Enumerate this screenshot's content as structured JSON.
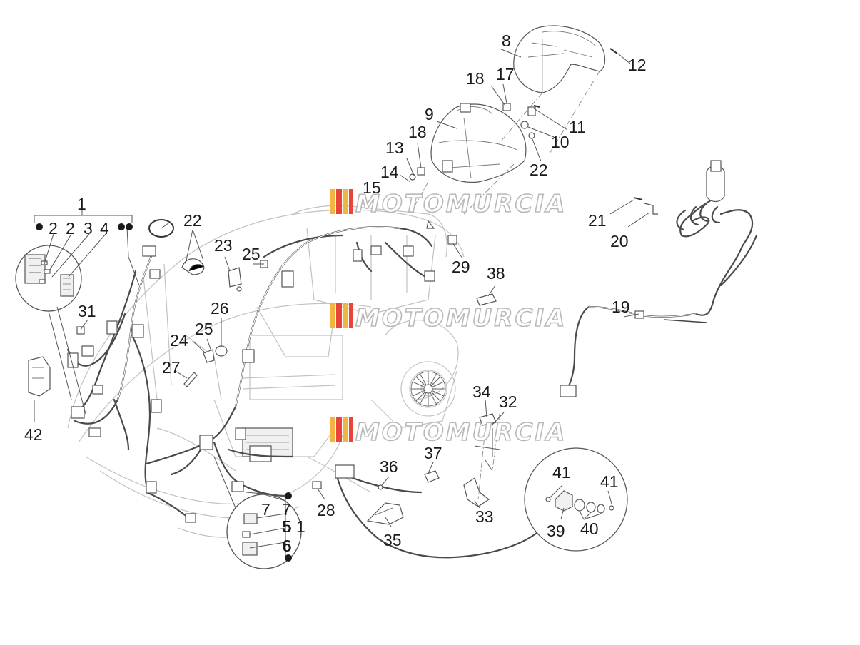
{
  "watermark": {
    "text": "MOTOMURCIA",
    "flag_colors": [
      "#f2b640",
      "#e8443a",
      "#f2b640",
      "#e8443a"
    ]
  },
  "labels": [
    "1",
    "2",
    "2",
    "3",
    "4",
    "5",
    "6",
    "7",
    "8",
    "9",
    "10",
    "11",
    "12",
    "13",
    "14",
    "15",
    "17",
    "18",
    "18",
    "19",
    "20",
    "21",
    "22",
    "22",
    "23",
    "24",
    "25",
    "25",
    "26",
    "27",
    "28",
    "29",
    "31",
    "32",
    "33",
    "34",
    "35",
    "36",
    "37",
    "38",
    "39",
    "40",
    "41",
    "41",
    "42",
    "7",
    "5",
    "1",
    "6"
  ]
}
